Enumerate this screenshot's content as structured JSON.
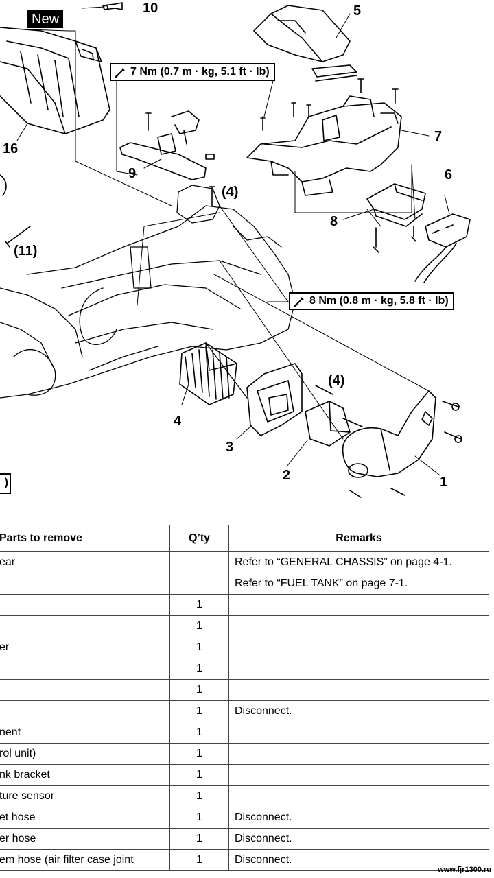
{
  "diagram": {
    "badge": "New",
    "callouts": {
      "c1": "1",
      "c2": "2",
      "c3": "3",
      "c4": "4",
      "c4a": "(4)",
      "c4b": "(4)",
      "c5": "5",
      "c6": "6",
      "c7": "7",
      "c8": "8",
      "c9": "9",
      "c10": "10",
      "c11": "(11)",
      "c16": "16"
    },
    "torque_top": "7 Nm (0.7 m · kg, 5.1 ft · lb)",
    "torque_mid": "8 Nm (0.8 m · kg, 5.8 ft · lb)",
    "edge_fragment": ")"
  },
  "table": {
    "headers": {
      "parts": "Parts to remove",
      "qty": "Q’ty",
      "remarks": "Remarks"
    },
    "rows": [
      {
        "part": "ear",
        "qty": "",
        "remarks": "Refer to “GENERAL CHASSIS” on page 4-1."
      },
      {
        "part": "",
        "qty": "",
        "remarks": "Refer to “FUEL TANK” on page 7-1."
      },
      {
        "part": "",
        "qty": "1",
        "remarks": ""
      },
      {
        "part": "",
        "qty": "1",
        "remarks": ""
      },
      {
        "part": "er",
        "qty": "1",
        "remarks": ""
      },
      {
        "part": "",
        "qty": "1",
        "remarks": ""
      },
      {
        "part": "",
        "qty": "1",
        "remarks": ""
      },
      {
        "part": "",
        "qty": "1",
        "remarks": "Disconnect."
      },
      {
        "part": "nent",
        "qty": "1",
        "remarks": ""
      },
      {
        "part": "rol unit)",
        "qty": "1",
        "remarks": ""
      },
      {
        "part": "nk bracket",
        "qty": "1",
        "remarks": ""
      },
      {
        "part": "ture sensor",
        "qty": "1",
        "remarks": ""
      },
      {
        "part": "et hose",
        "qty": "1",
        "remarks": "Disconnect."
      },
      {
        "part": "er hose",
        "qty": "1",
        "remarks": "Disconnect."
      },
      {
        "part": "em hose (air filter case joint",
        "qty": "1",
        "remarks": "Disconnect."
      }
    ]
  },
  "watermark": "www.fjr1300.ru"
}
